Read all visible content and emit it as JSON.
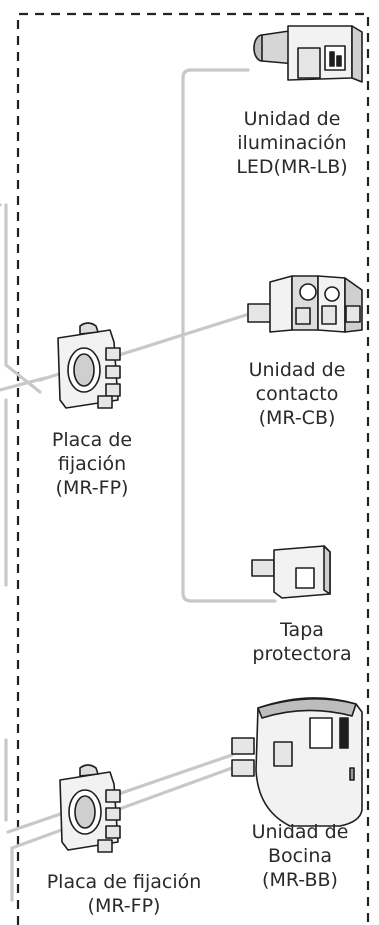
{
  "components": [
    {
      "id": "led-unit",
      "lines": [
        "Unidad de",
        "iluminación",
        "LED(MR-LB)"
      ]
    },
    {
      "id": "contact-unit",
      "lines": [
        "Unidad de",
        "contacto",
        "(MR-CB)"
      ]
    },
    {
      "id": "mounting-plate-1",
      "lines": [
        "Placa de",
        "fijación",
        "(MR-FP)"
      ]
    },
    {
      "id": "protective-cover",
      "lines": [
        "Tapa",
        "protectora"
      ]
    },
    {
      "id": "horn-unit",
      "lines": [
        "Unidad de",
        "Bocina",
        "(MR-BB)"
      ]
    },
    {
      "id": "mounting-plate-2",
      "lines": [
        "Placa de fijación",
        "(MR-FP)"
      ]
    }
  ],
  "colors": {
    "border_dash": "#222222",
    "connector": "#c8c8c8",
    "part_outline": "#1e1e1e",
    "part_fill": "#f2f2f2",
    "part_shade": "#9a9a9a"
  }
}
